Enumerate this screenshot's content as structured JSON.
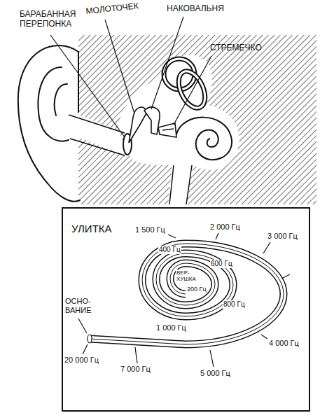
{
  "diagram": {
    "nodes": [
      {
        "text": [
          "УЛИТКА"
        ]
      }
    ],
    "labels": [
      "БАРАБАННАЯ ПЕРЕПОНКА",
      "МОЛОТОЧЕК",
      "НАКОВАЛЬНЯ",
      "СТРЕМЕЧКО",
      "1 500 Гц",
      "2 000 Гц",
      "3 000 Гц",
      "400 Гц",
      "600 Гц",
      "ВЕР- ХУШКА",
      "200 Гц",
      "800 Гц",
      "1 000 Гц",
      "ОСНО- ВАНИЕ",
      "20 000 Гц",
      "7 000 Гц",
      "5 000 Гц",
      "4 000 Гц"
    ]
  }
}
